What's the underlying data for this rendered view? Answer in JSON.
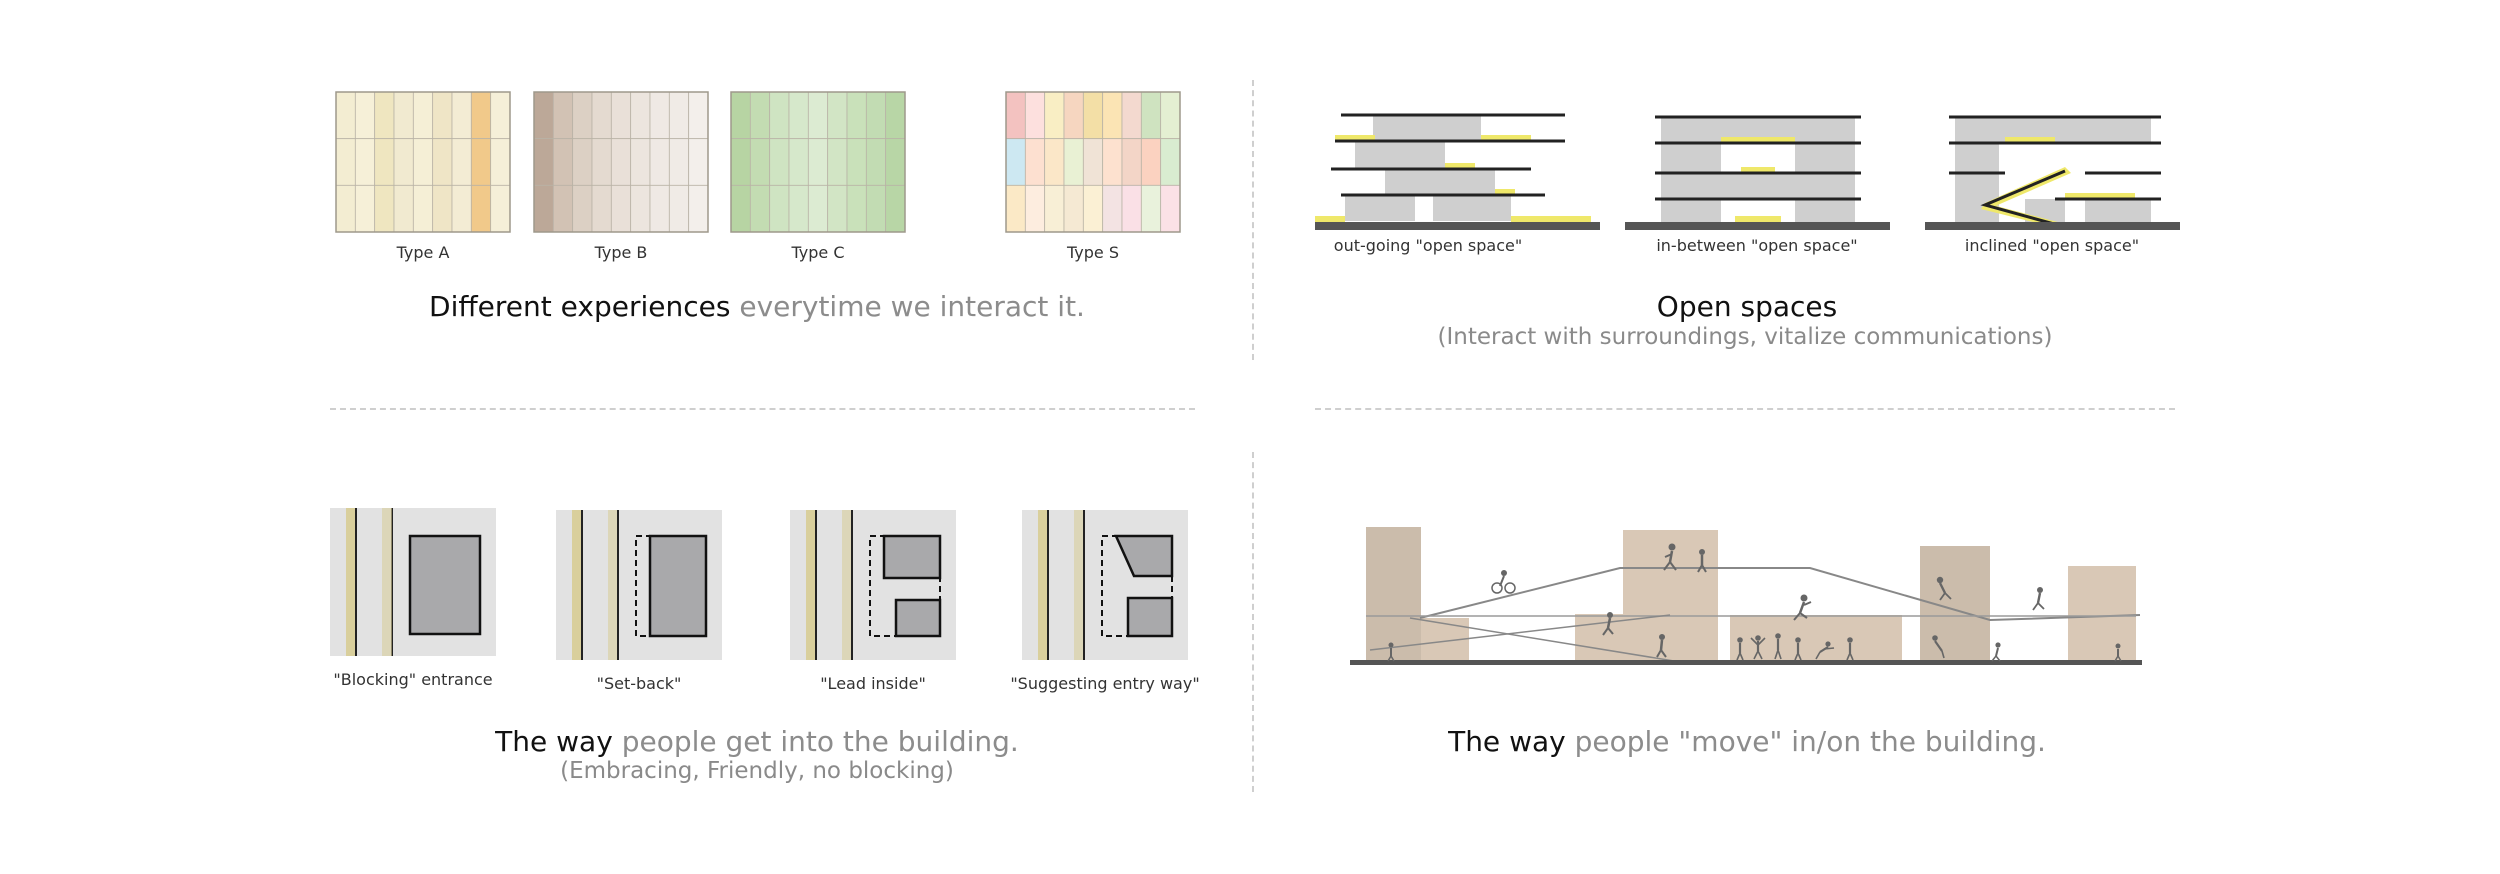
{
  "panels": {
    "experiences": {
      "types": [
        {
          "label": "Type A",
          "colors": [
            "#f3edd2",
            "#f6f0d8",
            "#efe6c0",
            "#f1ead0",
            "#f5efd6",
            "#efe5c6",
            "#f3ecd4",
            "#f1c98a",
            "#f5efd8"
          ]
        },
        {
          "label": "Type B",
          "colors": [
            "#bca898",
            "#d2c2b4",
            "#dcd0c4",
            "#e4dad0",
            "#e9e0d8",
            "#ece5de",
            "#efe9e4",
            "#f0ebe6",
            "#f3efeb"
          ]
        },
        {
          "label": "Type C",
          "colors": [
            "#b7d4a3",
            "#c3dcb2",
            "#cfe4c2",
            "#d6e8cb",
            "#dcebd2",
            "#d2e5c5",
            "#c9e1ba",
            "#c2dcb3",
            "#b8d6a6"
          ]
        },
        {
          "label": "Type S",
          "colors": [
            "#f3c2c0",
            "#fde0de",
            "#f9eec4",
            "#f6d6c0",
            "#f3dfa6",
            "#fbe4b4",
            "#f3d9cf",
            "#cfe3c0",
            "#e4efd2",
            "#cde8f2",
            "#fde0d0",
            "#fbe7c8",
            "#e9f1d4",
            "#f0e3d6",
            "#fde1cf",
            "#f3d5c7",
            "#fbd2c0",
            "#d9ecd0",
            "#fbe9c6",
            "#fdeddf",
            "#f8efd6",
            "#f5e9d3",
            "#fbf0d4",
            "#f3e3e3",
            "#fae0e6",
            "#e9f2dc",
            "#fbe1e6"
          ]
        }
      ],
      "heading_bold": "Different experiences",
      "heading_light": "everytime we interact it."
    },
    "open_spaces": {
      "captions": [
        "out-going \"open space\"",
        "in-between \"open space\"",
        "inclined \"open space\""
      ],
      "heading": "Open spaces",
      "sub": "(Interact with surroundings, vitalize communications)"
    },
    "entry": {
      "captions": [
        "\"Blocking\" entrance",
        "\"Set-back\"",
        "\"Lead inside\"",
        "\"Suggesting entry way\""
      ],
      "heading_bold": "The way",
      "heading_light": "people get into the building.",
      "sub": "(Embracing, Friendly, no blocking)"
    },
    "movement": {
      "heading_bold": "The way",
      "heading_light": "people \"move\" in/on the building."
    }
  },
  "colors": {
    "accent_yellow": "#efe86a",
    "block_gray": "#cfcfcf",
    "tan": "#d9c8b6",
    "tan_dark": "#cbbcab",
    "line_dark": "#222222",
    "ground": "#555555"
  },
  "icons": [
    "person-figure-icon",
    "cyclist-icon"
  ]
}
